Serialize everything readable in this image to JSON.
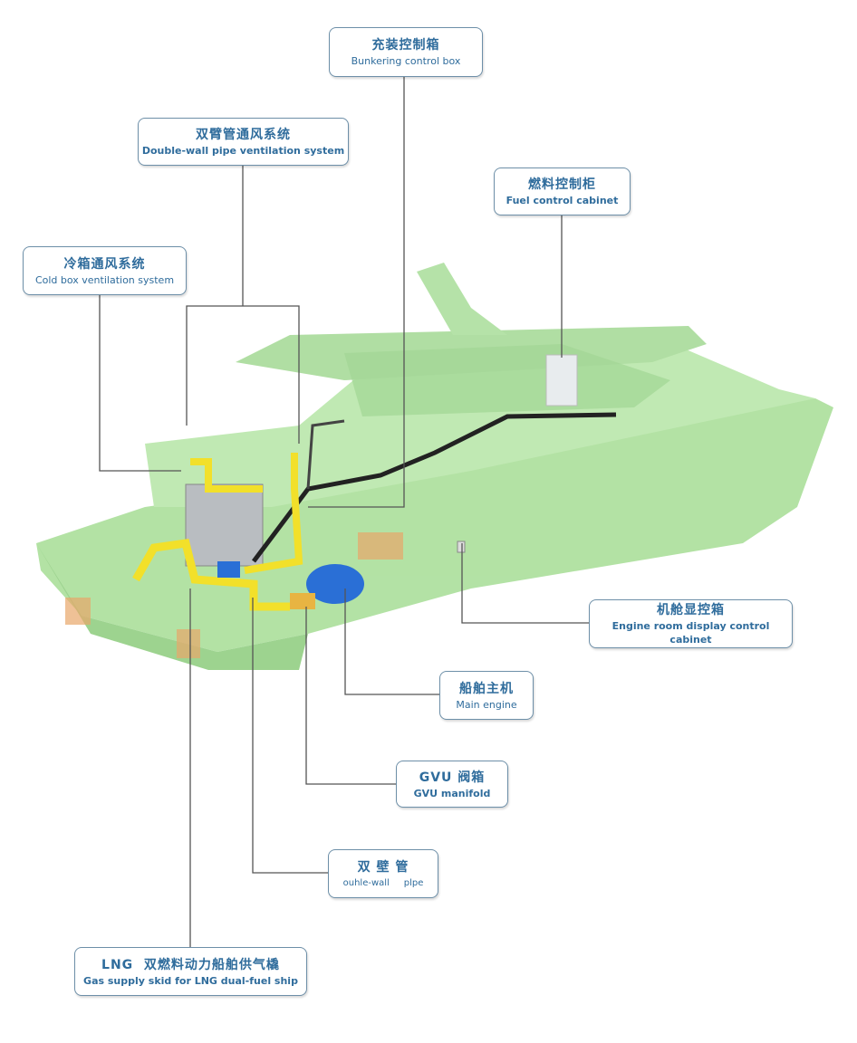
{
  "labels": {
    "bunkering": {
      "zh": "充装控制箱",
      "en": "Bunkering control box"
    },
    "double_wall_vent": {
      "zh": "双臂管通风系统",
      "en": "Double-wall pipe ventilation system"
    },
    "fuel_cabinet": {
      "zh": "燃料控制柜",
      "en": "Fuel control cabinet"
    },
    "cold_box_vent": {
      "zh": "冷箱通风系统",
      "en": "Cold box ventilation system"
    },
    "engine_room_display": {
      "zh": "机舱显控箱",
      "en": "Engine room display control cabinet"
    },
    "main_engine": {
      "zh": "船舶主机",
      "en": "Main engine"
    },
    "gvu": {
      "zh": "GVU 阀箱",
      "en": "GVU manifold"
    },
    "double_wall_pipe": {
      "zh": "双 壁 管",
      "en": "ouhle-wall     plpe"
    },
    "gas_skid": {
      "zh": "LNG  双燃料动力船舶供气橇",
      "en": "Gas supply skid for LNG dual-fuel ship"
    }
  },
  "colors": {
    "label_text": "#2f6c9c",
    "hull": "#9bd88a",
    "pipe_yellow": "#f2e02a",
    "engine_blue": "#2a6fd6"
  }
}
